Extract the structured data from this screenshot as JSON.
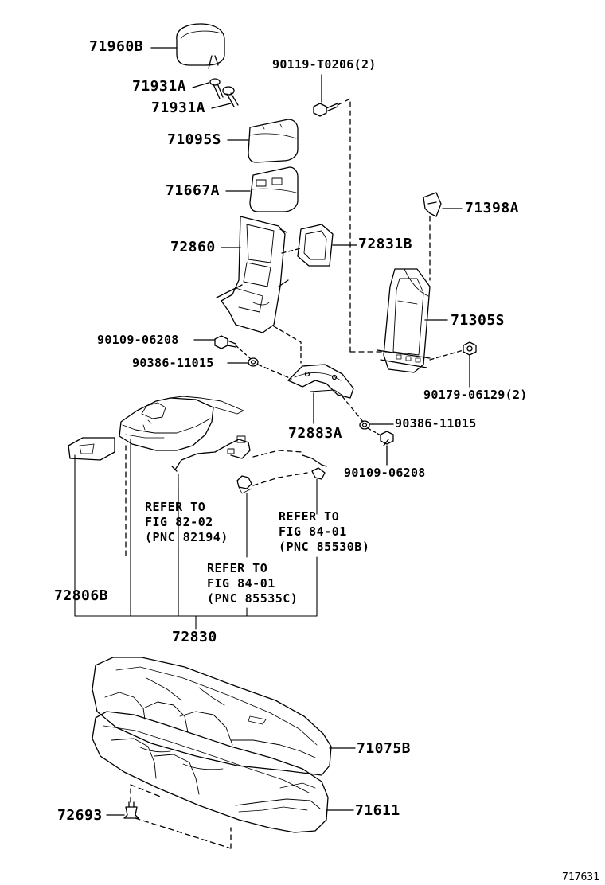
{
  "parts": {
    "p71960B": "71960B",
    "p71931A_1": "71931A",
    "p71931A_2": "71931A",
    "p71095S": "71095S",
    "p71667A": "71667A",
    "p72860": "72860",
    "p72831B": "72831B",
    "p71398A": "71398A",
    "p71305S": "71305S",
    "p90119": "90119-T0206(2)",
    "p90109_1": "90109-06208",
    "p90386_1": "90386-11015",
    "p90179": "90179-06129(2)",
    "p72883A": "72883A",
    "p90386_2": "90386-11015",
    "p90109_2": "90109-06208",
    "p72806B": "72806B",
    "p72830": "72830",
    "p71075B": "71075B",
    "p72693": "72693",
    "p71611": "71611"
  },
  "refs": {
    "r1": [
      "REFER TO",
      "FIG 82-02",
      "(PNC 82194)"
    ],
    "r2": [
      "REFER TO",
      "FIG 84-01",
      "(PNC 85530B)"
    ],
    "r3": [
      "REFER TO",
      "FIG 84-01",
      "(PNC 85535C)"
    ]
  },
  "figure_id": "717631"
}
